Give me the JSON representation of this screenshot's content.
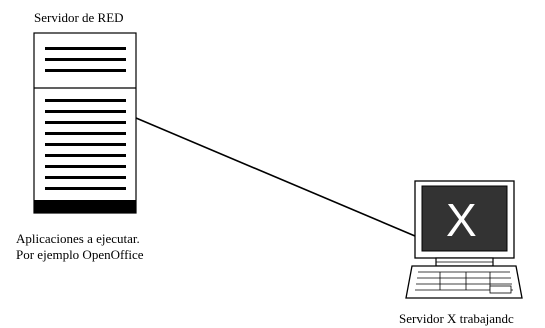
{
  "server": {
    "title": "Servidor de RED",
    "apps_line1": "Aplicaciones a ejecutar.",
    "apps_line2": "Por ejemplo OpenOffice"
  },
  "client": {
    "screen_glyph": "X",
    "caption": "Servidor X trabajandc"
  },
  "colors": {
    "stroke": "#000000",
    "screen": "#333333",
    "fill": "#ffffff"
  }
}
